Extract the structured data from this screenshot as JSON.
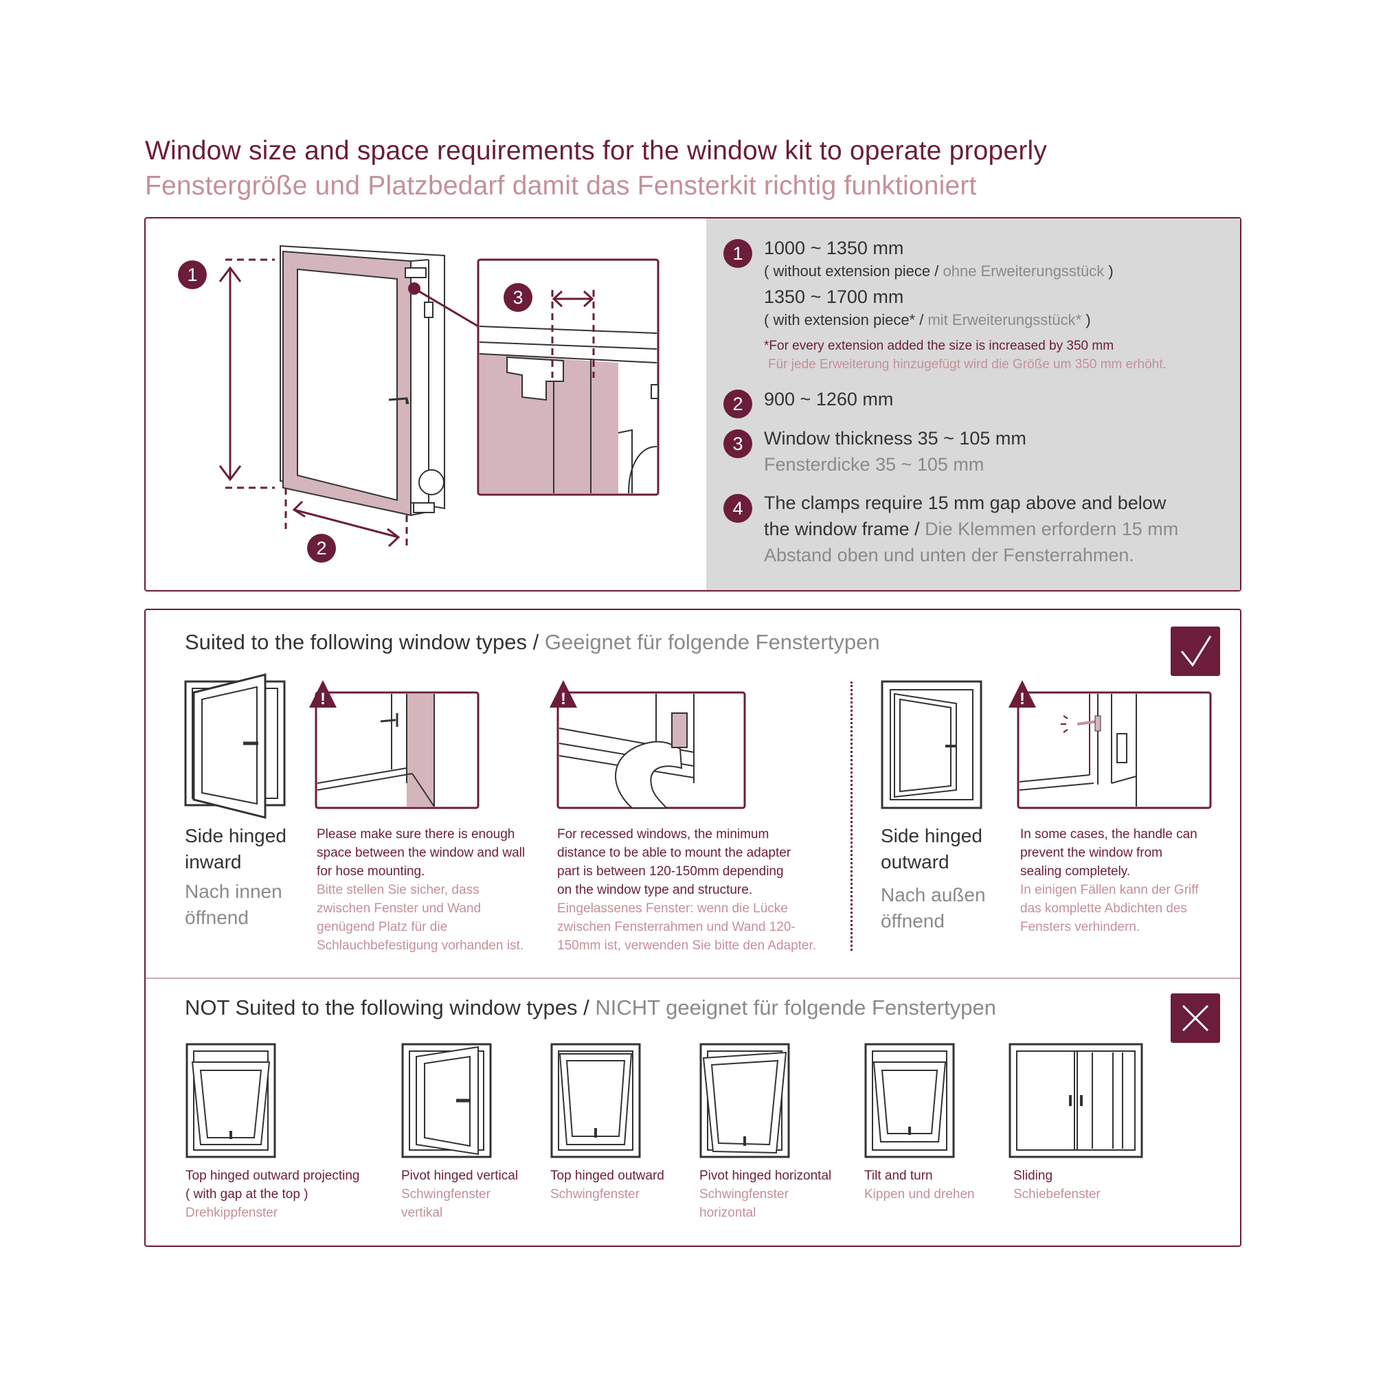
{
  "header": {
    "title_en": "Window size and space requirements for the window kit to operate properly",
    "title_de": "Fenstergröße und Platzbedarf damit das Fensterkit richtig funktioniert"
  },
  "diagram": {
    "label_1": "1",
    "label_2": "2",
    "label_3": "3"
  },
  "specs": {
    "s1": {
      "num": "1",
      "range_a": "1000 ~ 1350 mm",
      "note_a_en": "( without extension piece / ",
      "note_a_de": "ohne Erweiterungsstück",
      "note_a_close": " )",
      "range_b": "1350 ~ 1700 mm",
      "note_b_en": "( with extension piece* / ",
      "note_b_de": "mit Erweiterungsstück*",
      "note_b_close": " )",
      "foot_en": "*For every extension added the size is increased by 350 mm",
      "foot_de": "Für jede Erweiterung hinzugefügt wird die Größe um 350 mm erhöht."
    },
    "s2": {
      "num": "2",
      "range": "900 ~ 1260 mm"
    },
    "s3": {
      "num": "3",
      "en": "Window thickness 35 ~ 105 mm",
      "de": "Fensterdicke 35 ~ 105 mm"
    },
    "s4": {
      "num": "4",
      "line1": "The clamps require 15 mm gap above and below",
      "line2_en": "the window frame / ",
      "line2_de": "Die Klemmen erfordern 15 mm",
      "line3_de": "Abstand oben und unten der Fensterrahmen."
    }
  },
  "suited": {
    "heading_en": "Suited to the following window types / ",
    "heading_de": "Geeignet für folgende Fenstertypen",
    "inward": {
      "en1": "Side hinged",
      "en2": "inward",
      "de1": "Nach innen",
      "de2": "öffnend"
    },
    "note1": {
      "en": [
        "Please make sure there is enough",
        "space between the window and wall",
        "for hose mounting."
      ],
      "de": [
        "Bitte stellen Sie sicher, dass",
        "zwischen Fenster und Wand",
        "genügend Platz für die",
        "Schlauchbefestigung vorhanden ist."
      ]
    },
    "note2": {
      "en": [
        "For recessed windows, the minimum",
        "distance to be able to mount the adapter",
        "part is between 120-150mm depending",
        "on the window type and structure."
      ],
      "de": [
        "Eingelassenes Fenster: wenn die Lücke",
        "zwischen Fensterrahmen und Wand 120-",
        "150mm ist, verwenden Sie bitte den Adapter."
      ]
    },
    "outward": {
      "en1": "Side hinged",
      "en2": "outward",
      "de1": "Nach außen",
      "de2": "öffnend"
    },
    "note3": {
      "en": [
        "In some cases, the handle can",
        "prevent the window from",
        "sealing completely."
      ],
      "de": [
        "In einigen Fällen kann der Griff",
        "das komplette Abdichten des",
        "Fensters verhindern."
      ]
    }
  },
  "not_suited": {
    "heading_en": "NOT Suited to the following window types / ",
    "heading_de": "NICHT geeignet für folgende Fenstertypen",
    "types": [
      {
        "en": [
          "Top hinged outward projecting",
          "( with gap at the top )"
        ],
        "de": [
          "Drehkippfenster"
        ]
      },
      {
        "en": [
          "Pivot hinged vertical"
        ],
        "de": [
          "Schwingfenster",
          "vertikal"
        ]
      },
      {
        "en": [
          "Top hinged outward"
        ],
        "de": [
          "Schwingfenster"
        ]
      },
      {
        "en": [
          "Pivot hinged horizontal"
        ],
        "de": [
          "Schwingfenster",
          "horizontal"
        ]
      },
      {
        "en": [
          "Tilt and turn"
        ],
        "de": [
          "Kippen und drehen"
        ]
      },
      {
        "en": [
          "Sliding"
        ],
        "de": [
          "Schiebefenster"
        ]
      }
    ]
  },
  "colors": {
    "accent": "#6b1d3a",
    "pink": "#c49099",
    "panel": "#d9d9d9"
  }
}
